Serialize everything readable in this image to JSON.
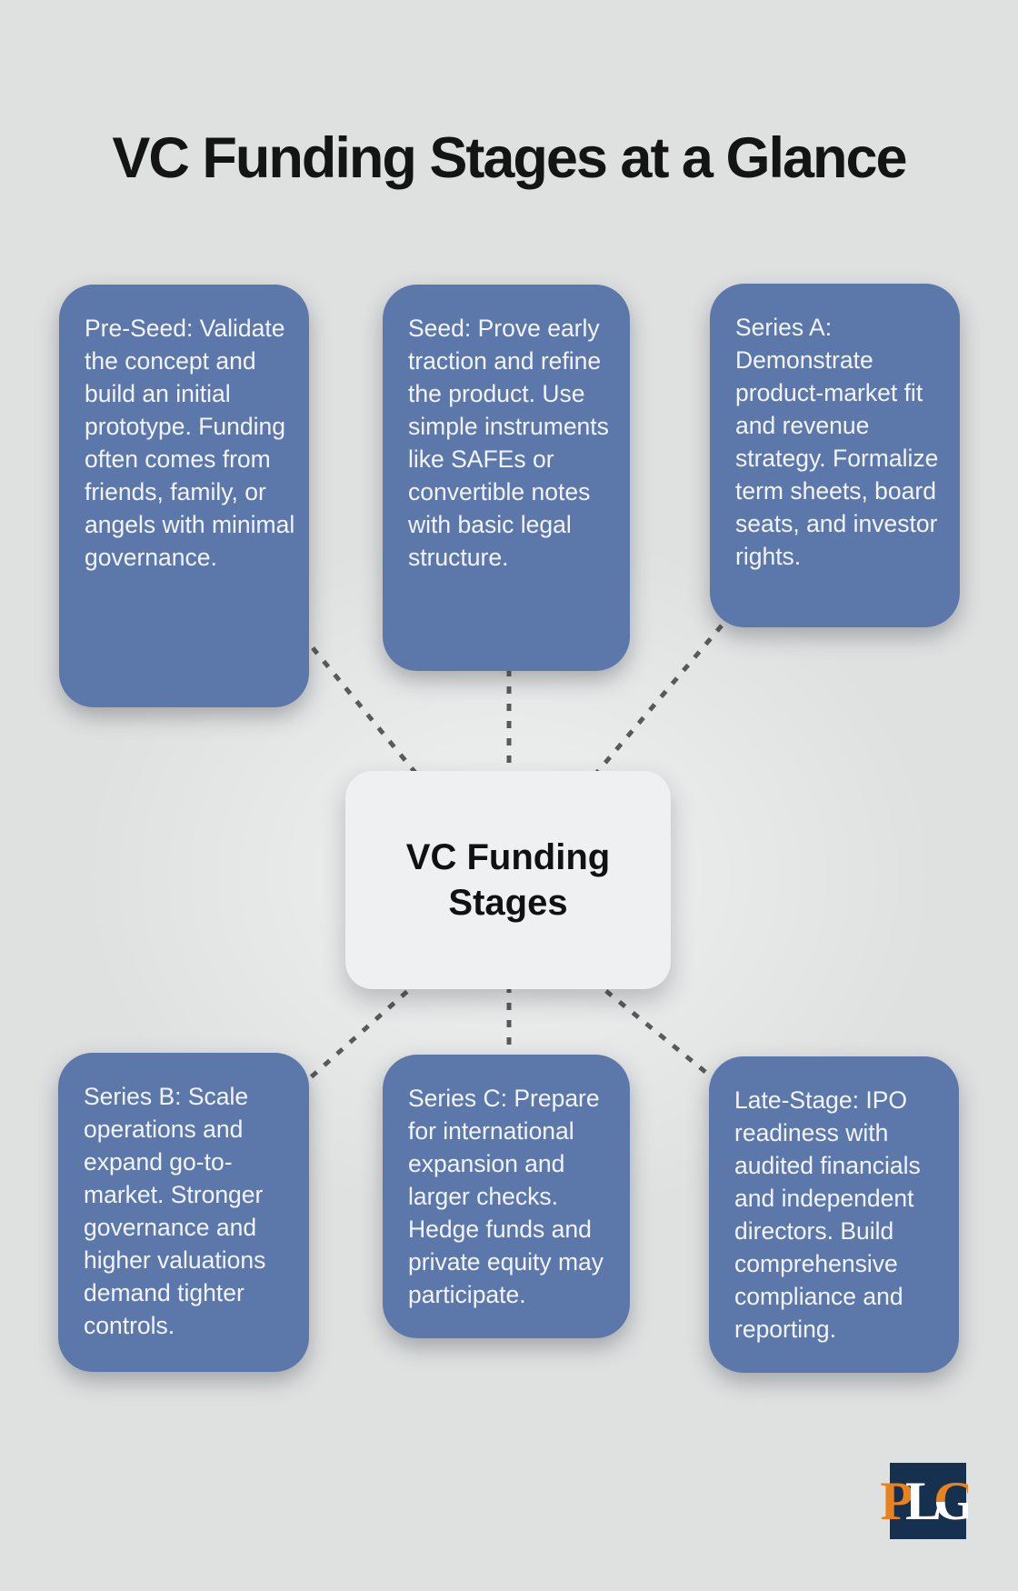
{
  "title": "VC Funding Stages at a Glance",
  "center_node": {
    "line1": "VC Funding",
    "line2": "Stages"
  },
  "nodes": [
    {
      "id": "pre-seed",
      "text": "Pre-Seed: Validate the concept and build an initial prototype. Funding often comes from friends, family, or angels with minimal governance."
    },
    {
      "id": "seed",
      "text": "Seed: Prove early traction and refine the product. Use simple instruments like SAFEs or convertible notes with basic legal structure."
    },
    {
      "id": "series-a",
      "text": "Series A: Demonstrate product-market fit and revenue strategy. Formalize term sheets, board seats, and investor rights."
    },
    {
      "id": "series-b",
      "text": "Series B: Scale operations and expand go-to-market. Stronger governance and higher valuations demand tighter controls."
    },
    {
      "id": "series-c",
      "text": "Series C: Prepare for international expansion and larger checks. Hedge funds and private equity may participate."
    },
    {
      "id": "late-stage",
      "text": "Late-Stage: IPO readiness with audited financials and independent directors. Build comprehensive compliance and reporting."
    }
  ],
  "logo": {
    "p": "P",
    "l": "L",
    "g": "G"
  },
  "colors": {
    "page_bg": "#dfe1e1",
    "node_blue": "#5c78aa",
    "node_text": "#f2f4f8",
    "center_bg": "#eff0f2",
    "center_text": "#111111",
    "dash": "#58595b",
    "title_color": "#141414",
    "logo_bg": "#163050",
    "logo_orange": "#e8821e",
    "logo_white": "#ffffff"
  }
}
